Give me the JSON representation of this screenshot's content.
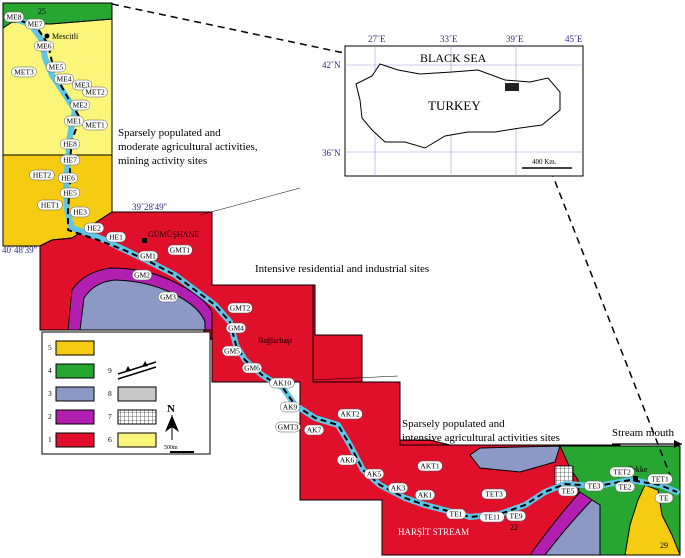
{
  "colors": {
    "unit1_red": "#e0102a",
    "unit2_magenta": "#b21fb0",
    "unit3_bluegray": "#8c99c4",
    "unit4_green": "#28a632",
    "unit5_yellow_dark": "#f6cc12",
    "unit6_yellow_light": "#fbf57a",
    "unit8_gray": "#c8c8c8",
    "stream": "#5fc6e8",
    "coord_text": "#2a2a8a"
  },
  "inset_map": {
    "sea_label": "BLACK SEA",
    "country_label": "TURKEY",
    "lon_ticks": [
      "27˚E",
      "33˚E",
      "39˚E",
      "45˚E"
    ],
    "lat_ticks": [
      "42˚N",
      "36˚N"
    ],
    "scale_label": "400 Km."
  },
  "coordinates": {
    "north_top": "39˚28'49''",
    "east_left": "40˚48'39''"
  },
  "places": {
    "mescitli": "Mescitli",
    "gumushane": "GÜMÜŞHANE",
    "baglarbasi": "Bağlarbaşı",
    "tekke": "Tekke",
    "stream_name": "HARŞİT STREAM"
  },
  "annotations": {
    "zone_upper": "Sparsely populated and moderate agricultural activities, mining activity  sites",
    "zone_middle": "Intensive residential and industrial sites",
    "zone_lower": "Sparsely populated and intensive  agricultural activities sites",
    "stream_mouth": "Stream mouth"
  },
  "dip_values": [
    "25",
    "22",
    "29"
  ],
  "stations": [
    "ME8",
    "ME7",
    "ME6",
    "MET3",
    "ME5",
    "ME4",
    "ME3",
    "MET2",
    "ME2",
    "ME1",
    "MET1",
    "HE8",
    "HE7",
    "HET2",
    "HE6",
    "HE5",
    "HET1",
    "HE3",
    "HE2",
    "HE1",
    "GM1",
    "GMT1",
    "GM2",
    "GM3",
    "GMT2",
    "GM4",
    "GM5",
    "GM6",
    "AK10",
    "AK9",
    "GMT3",
    "AK7",
    "AKT2",
    "AK6",
    "AK5",
    "AK3",
    "AKT1",
    "AK1",
    "TE1",
    "TE11",
    "TE9",
    "TET3",
    "TE5",
    "TE3",
    "TET2",
    "TE2",
    "TET1",
    "TE"
  ],
  "legend": {
    "items": [
      "5",
      "4",
      "3",
      "2",
      "1",
      "9",
      "8",
      "7",
      "6"
    ],
    "north_label": "N",
    "scale_label": "500m"
  }
}
